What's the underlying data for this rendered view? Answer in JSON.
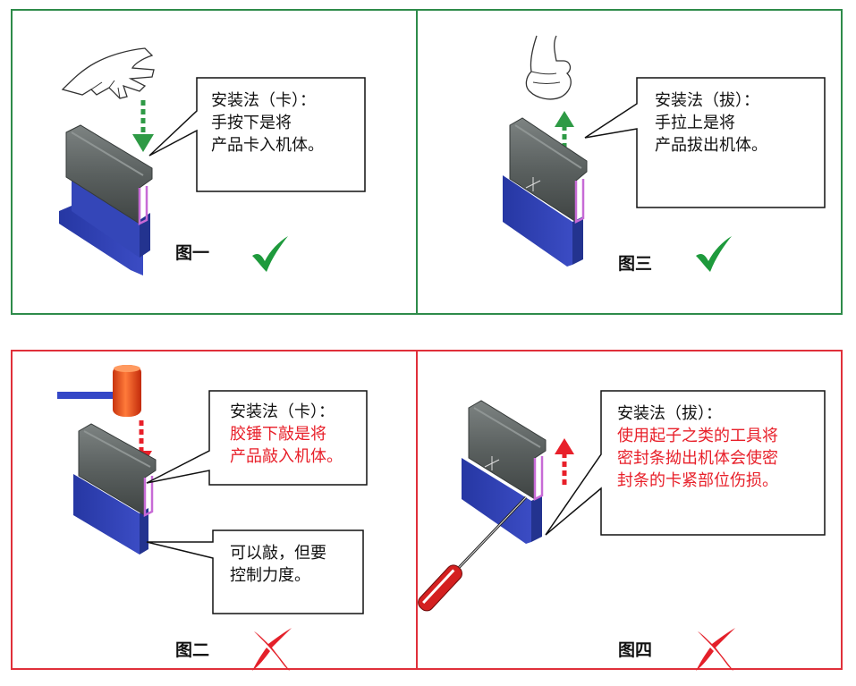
{
  "panels": {
    "fig1": {
      "label": "图一",
      "callout": [
        "安装法（卡）：",
        "手按下是将",
        "产品卡入机体。"
      ],
      "verdict": "correct",
      "arrow_color": "#2e9a45"
    },
    "fig3": {
      "label": "图三",
      "callout": [
        "安装法（拔）：",
        "手拉上是将",
        "产品拔出机体。"
      ],
      "verdict": "correct",
      "arrow_color": "#2e9a45"
    },
    "fig2": {
      "label": "图二",
      "callout": [
        "安装法（卡）：",
        "胶锤下敲是将",
        "产品敲入机体。"
      ],
      "callout2": [
        "可以敲，但要",
        "控制力度。"
      ],
      "verdict": "wrong",
      "arrow_color": "#e8202a"
    },
    "fig4": {
      "label": "图四",
      "callout": [
        "安装法（拔）：",
        "使用起子之类的工具将",
        "密封条拗出机体会使密",
        "封条的卡紧部位伤损。"
      ],
      "verdict": "wrong",
      "arrow_color": "#e8202a"
    }
  },
  "colors": {
    "green_frame": "#2e8b4a",
    "red_frame": "#e0303a",
    "check": "#1e9a3c",
    "cross": "#e4202a",
    "seal": "#5a5f5e",
    "base": "#2f3fb0"
  }
}
